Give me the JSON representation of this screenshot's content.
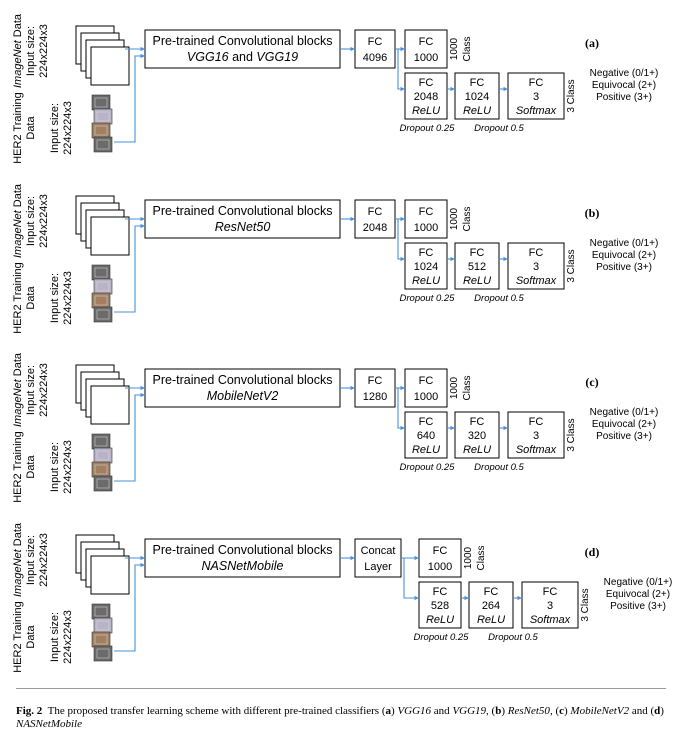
{
  "panels": [
    {
      "tag": "(a)",
      "pretrained_title": "Pre-trained Convolutional blocks",
      "model_parts": [
        "VGG16",
        " and ",
        "VGG19"
      ],
      "first_fc": [
        "FC",
        "4096"
      ],
      "output_fc": [
        "FC",
        "1000"
      ],
      "head": [
        [
          "FC",
          "2048",
          "ReLU"
        ],
        [
          "FC",
          "1024",
          "ReLU"
        ],
        [
          "FC",
          "3",
          "Softmax"
        ]
      ]
    },
    {
      "tag": "(b)",
      "pretrained_title": "Pre-trained Convolutional blocks",
      "model_parts": [
        "ResNet50",
        "",
        ""
      ],
      "first_fc": [
        "FC",
        "2048"
      ],
      "output_fc": [
        "FC",
        "1000"
      ],
      "head": [
        [
          "FC",
          "1024",
          "ReLU"
        ],
        [
          "FC",
          "512",
          "ReLU"
        ],
        [
          "FC",
          "3",
          "Softmax"
        ]
      ]
    },
    {
      "tag": "(c)",
      "pretrained_title": "Pre-trained Convolutional blocks",
      "model_parts": [
        "MobileNetV2",
        "",
        ""
      ],
      "first_fc": [
        "FC",
        "1280"
      ],
      "output_fc": [
        "FC",
        "1000"
      ],
      "head": [
        [
          "FC",
          "640",
          "ReLU"
        ],
        [
          "FC",
          "320",
          "ReLU"
        ],
        [
          "FC",
          "3",
          "Softmax"
        ]
      ]
    },
    {
      "tag": "(d)",
      "pretrained_title": "Pre-trained Convolutional blocks",
      "model_parts": [
        "NASNetMobile",
        "",
        ""
      ],
      "first_fc": [
        "Concat",
        "Layer"
      ],
      "output_fc": [
        "FC",
        "1000"
      ],
      "head": [
        [
          "FC",
          "528",
          "ReLU"
        ],
        [
          "FC",
          "264",
          "ReLU"
        ],
        [
          "FC",
          "3",
          "Softmax"
        ]
      ]
    }
  ],
  "imagenet_label": [
    "ImageNet",
    " Data"
  ],
  "input_size": [
    "Input size:",
    "224x224x3"
  ],
  "her2_label": [
    "HER2 Training",
    "Data"
  ],
  "class_1000": [
    "1000",
    "Class"
  ],
  "class_3": "3 Class",
  "dropout_1": "Dropout 0.25",
  "dropout_2": "Dropout 0.5",
  "output_classes": [
    "Negative (0/1+)",
    "Equivocal (2+)",
    "Positive (3+)"
  ],
  "caption": {
    "fig": "Fig. 2",
    "text": "The proposed transfer learning scheme with different pre-trained classifiers (",
    "a": "a",
    "a_models": [
      "VGG16",
      " and ",
      "VGG19"
    ],
    "b": "b",
    "b_model": "ResNet50",
    "c": "c",
    "c_model": "MobileNetV2",
    "and": " and",
    "d": "d",
    "d_model": "NASNetMobile"
  },
  "colors": {
    "arrow": "#4a90d9",
    "tile_dark": "#6b6b6b",
    "tile_light": "#b9b3c8",
    "tile_tan": "#a08060"
  }
}
